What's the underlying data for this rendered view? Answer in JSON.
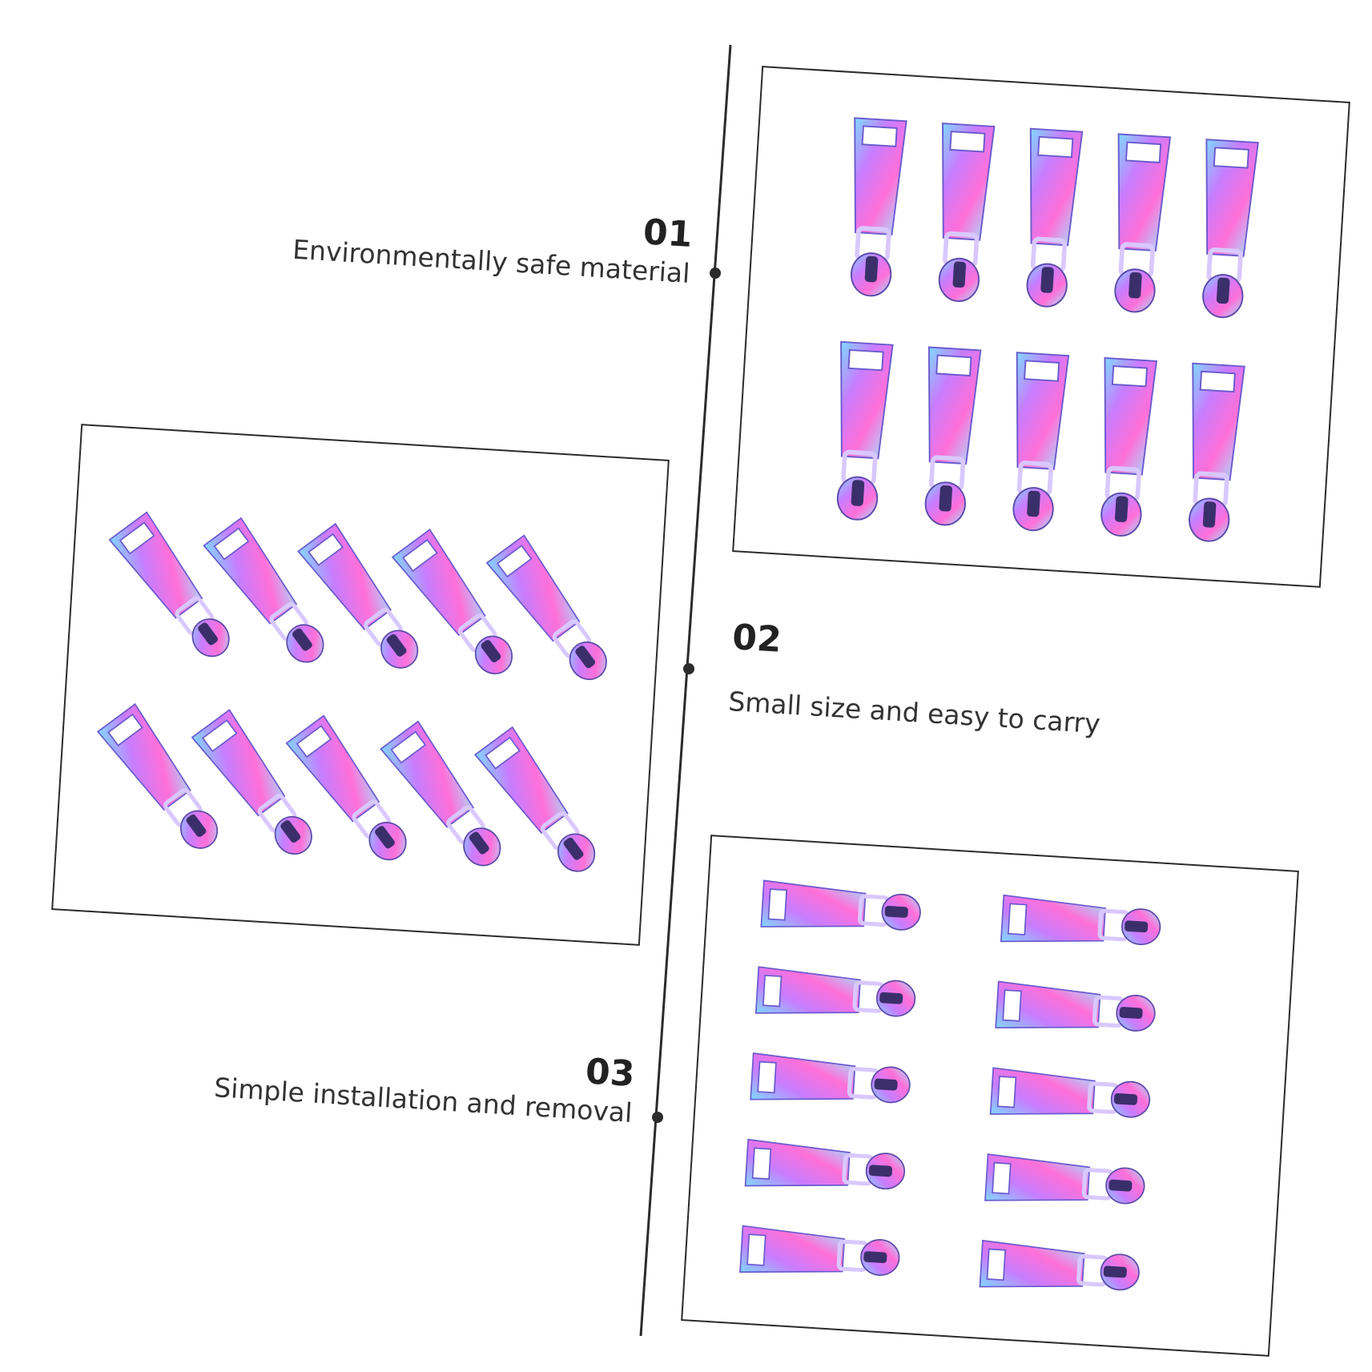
{
  "features": [
    {
      "number": "01",
      "text": "Environmentally safe material"
    },
    {
      "number": "02",
      "text": "Small size and easy to carry"
    },
    {
      "number": "03",
      "text": "Simple installation and removal"
    }
  ],
  "photos": [
    {
      "subject": "rainbow-zipper-pulls-upright",
      "item_count": 10
    },
    {
      "subject": "rainbow-zipper-pulls-diagonal",
      "item_count": 10
    },
    {
      "subject": "rainbow-zipper-pulls-horizontal",
      "item_count": 10
    }
  ],
  "colors": {
    "line": "#2b2b2b",
    "pull_gradient": [
      "#7fd8ff",
      "#c77dff",
      "#ff6fd8",
      "#9be7ff"
    ],
    "metal": "#d9c8ff"
  }
}
